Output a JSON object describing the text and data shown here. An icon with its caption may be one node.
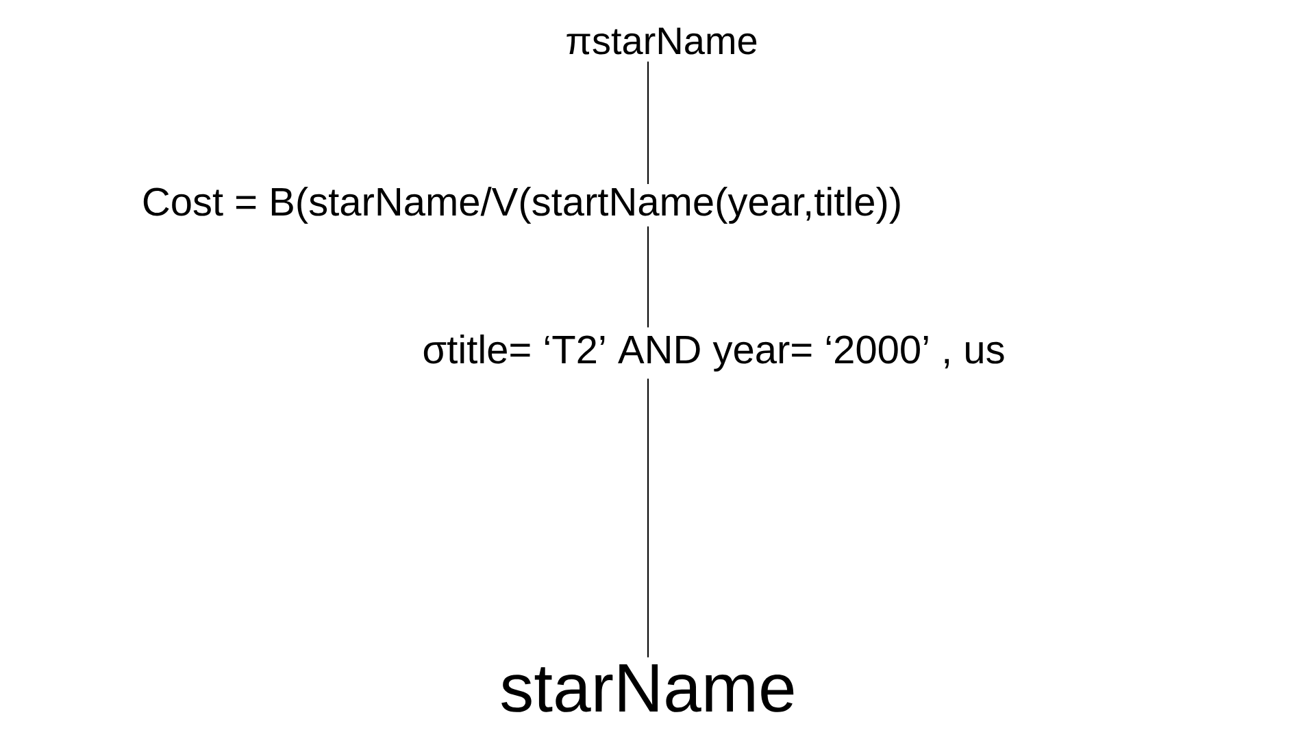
{
  "diagram": {
    "nodes": [
      {
        "text": [
          "πstarName"
        ]
      },
      {
        "text": [
          "σtitle= ‘T2’ AND year= ‘2000’ , us"
        ]
      },
      {
        "text": [
          "starName"
        ]
      }
    ],
    "edges": [
      {
        "from": 0,
        "to": 1,
        "arrow": "none",
        "label": "Cost = B(starName/V(startName(year,title))"
      },
      {
        "from": 1,
        "to": 2,
        "arrow": "none"
      }
    ]
  }
}
